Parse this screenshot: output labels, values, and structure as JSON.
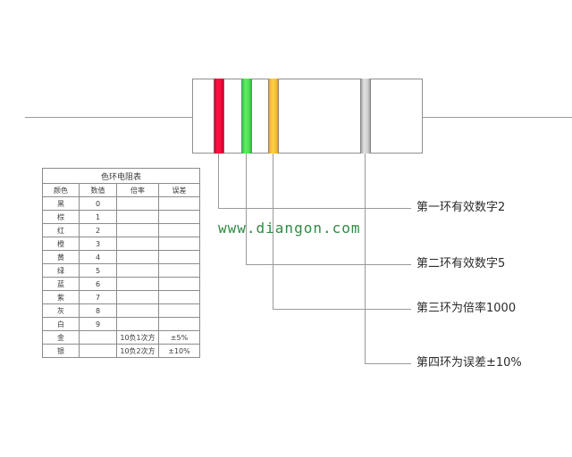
{
  "resistor": {
    "body_label": "resistor-body",
    "bands": [
      {
        "name": "band-1",
        "color_name": "红",
        "hex": "#f50537"
      },
      {
        "name": "band-2",
        "color_name": "绿",
        "hex": "#49e451"
      },
      {
        "name": "band-3",
        "color_name": "橙",
        "hex": "#f5c331"
      },
      {
        "name": "band-4",
        "color_name": "银",
        "hex": "#cfcfcf"
      }
    ]
  },
  "callouts": [
    {
      "text": "第一环有效数字2"
    },
    {
      "text": "第二环有效数字5"
    },
    {
      "text": "第三环为倍率1000"
    },
    {
      "text": "第四环为误差±10%"
    }
  ],
  "watermark": {
    "text": "www.diangon.com",
    "color": "#2e8b44"
  },
  "table": {
    "title": "色环电阻表",
    "headers": [
      "颜色",
      "数值",
      "倍率",
      "误差"
    ],
    "rows": [
      {
        "color": "黑",
        "value": "0",
        "multiplier": "",
        "tolerance": ""
      },
      {
        "color": "棕",
        "value": "1",
        "multiplier": "",
        "tolerance": ""
      },
      {
        "color": "红",
        "value": "2",
        "multiplier": "",
        "tolerance": ""
      },
      {
        "color": "橙",
        "value": "3",
        "multiplier": "",
        "tolerance": ""
      },
      {
        "color": "黄",
        "value": "4",
        "multiplier": "",
        "tolerance": ""
      },
      {
        "color": "绿",
        "value": "5",
        "multiplier": "",
        "tolerance": ""
      },
      {
        "color": "蓝",
        "value": "6",
        "multiplier": "",
        "tolerance": ""
      },
      {
        "color": "紫",
        "value": "7",
        "multiplier": "",
        "tolerance": ""
      },
      {
        "color": "灰",
        "value": "8",
        "multiplier": "",
        "tolerance": ""
      },
      {
        "color": "白",
        "value": "9",
        "multiplier": "",
        "tolerance": ""
      },
      {
        "color": "金",
        "value": "",
        "multiplier": "10负1次方",
        "tolerance": "±5%"
      },
      {
        "color": "银",
        "value": "",
        "multiplier": "10负2次方",
        "tolerance": "±10%"
      }
    ]
  }
}
